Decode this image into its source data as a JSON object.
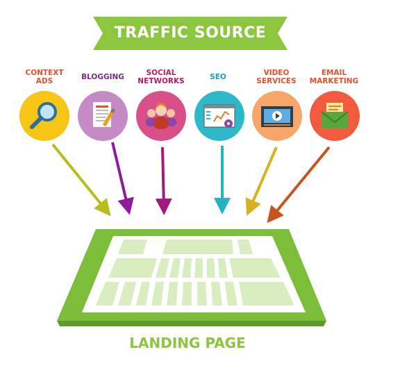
{
  "title": "TRAFFIC SOURCE",
  "sources": [
    {
      "label_line1": "CONTEXT",
      "label_line2": "ADS",
      "icon": "magnifier-icon",
      "circle_color": "#f6c516",
      "arrow_color": "#b8bd1e"
    },
    {
      "label_line1": "BLOGGING",
      "label_line2": "",
      "icon": "document-pen-icon",
      "circle_color": "#c68ac6",
      "arrow_color": "#8f1a9e"
    },
    {
      "label_line1": "SOCIAL",
      "label_line2": "NETWORKS",
      "icon": "people-icon",
      "circle_color": "#d94f8a",
      "arrow_color": "#a3197d"
    },
    {
      "label_line1": "SEO",
      "label_line2": "",
      "icon": "analytics-window-icon",
      "circle_color": "#2db9c9",
      "arrow_color": "#24b3c6"
    },
    {
      "label_line1": "VIDEO",
      "label_line2": "SERVICES",
      "icon": "video-player-icon",
      "circle_color": "#f9a66b",
      "arrow_color": "#d7b21e"
    },
    {
      "label_line1": "EMAIL",
      "label_line2": "MARKETING",
      "icon": "envelope-icon",
      "circle_color": "#f15a3c",
      "arrow_color": "#c8551f"
    }
  ],
  "target": {
    "label": "LANDING PAGE",
    "color": "#8cc63f"
  },
  "colors": {
    "banner": "#8cc63f",
    "tablet": "#7cbe3a",
    "screen": "#ffffff",
    "blocks": "#d9edc1"
  }
}
